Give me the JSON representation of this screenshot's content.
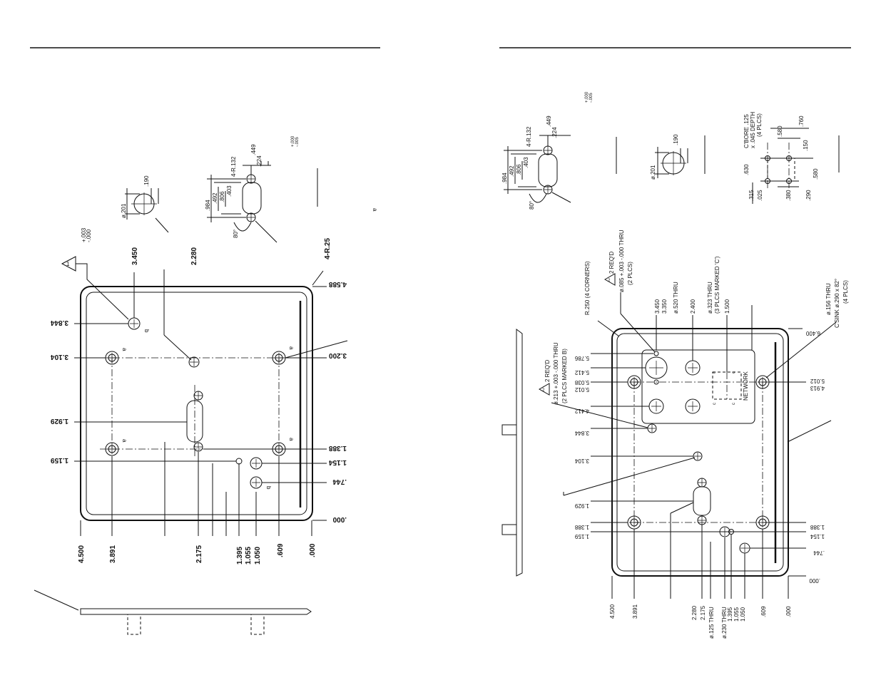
{
  "left_drawing": {
    "bottom_dims": [
      "4.500",
      "3.891",
      "2.175",
      "1.395",
      "1.055",
      "1.050",
      ".609",
      ".000"
    ],
    "top_dims": [
      "3.450",
      "2.280"
    ],
    "right_dims": [
      "4.588",
      "3.844",
      "3.200",
      "3.104",
      "1.929",
      "1.388",
      "1.159",
      "1.154",
      ".744",
      ".000"
    ],
    "corner_radius": "4-R.25",
    "tolerance": [
      "+.003",
      "-.000"
    ],
    "tolerance2": [
      "+.000",
      "-.005"
    ],
    "hole_dia": "ø.201",
    "hole_dim": ".190",
    "dsub_dims": [
      ".984",
      ".492",
      ".806",
      ".403",
      "4-R.132",
      ".449",
      ".224",
      "80°"
    ],
    "label_a": "a",
    "label_b": "b",
    "callout_1": "1"
  },
  "right_drawing": {
    "bottom_dims": [
      "4.500",
      "3.891",
      "2.280",
      "2.175",
      "1.395",
      "1.055",
      "1.050",
      ".609",
      ".000"
    ],
    "bottom_notes": [
      "ø.125 THRU",
      "ø.230 THRU"
    ],
    "top_dims": [
      "3.450",
      "3.350",
      "2.400",
      "1.500"
    ],
    "top_notes": [
      "R.250 (4 CORNERS)",
      "ø.520 THRU",
      "ø.323 THRU",
      "(3 PLCS MARKED 'C')",
      "NETWORK"
    ],
    "right_dims": [
      "6.400",
      "5.786",
      "5.412",
      "5.038",
      "5.012",
      "4.412",
      "3.844",
      "3.104",
      "1.929",
      "1.388",
      "1.159",
      "5.012",
      "4.913",
      "1.388",
      "1.154",
      ".744",
      ".000"
    ],
    "callout_a_lines": [
      "2 REQ'D",
      "ø.085 +.003 -.000 THRU",
      "(2 PLCS)"
    ],
    "callout_b_lines": [
      "2 REQ'D",
      "ø.213 +.003 -.000 THRU",
      "(2 PLCS MARKED B)"
    ],
    "csink_lines": [
      "ø.156 THRU",
      "C'SINK ø.290 x 82°",
      "(4 PLCS)"
    ],
    "cbore_lines": [
      "C'BORE .125",
      "x .045 DEPTH",
      "(4 PLCS)"
    ],
    "cbore_dims": [
      ".760",
      ".580",
      ".150",
      ".630",
      ".315",
      ".025",
      ".380",
      ".580",
      ".290"
    ],
    "hole_dia": "ø.201",
    "hole_dim": ".190",
    "dsub_dims": [
      ".984",
      ".492",
      ".806",
      ".403",
      "4-R.132",
      ".449",
      ".224",
      "80°"
    ],
    "tolerance": [
      "+.000",
      "-.005"
    ],
    "callout_2": "2",
    "label_c": "c"
  }
}
